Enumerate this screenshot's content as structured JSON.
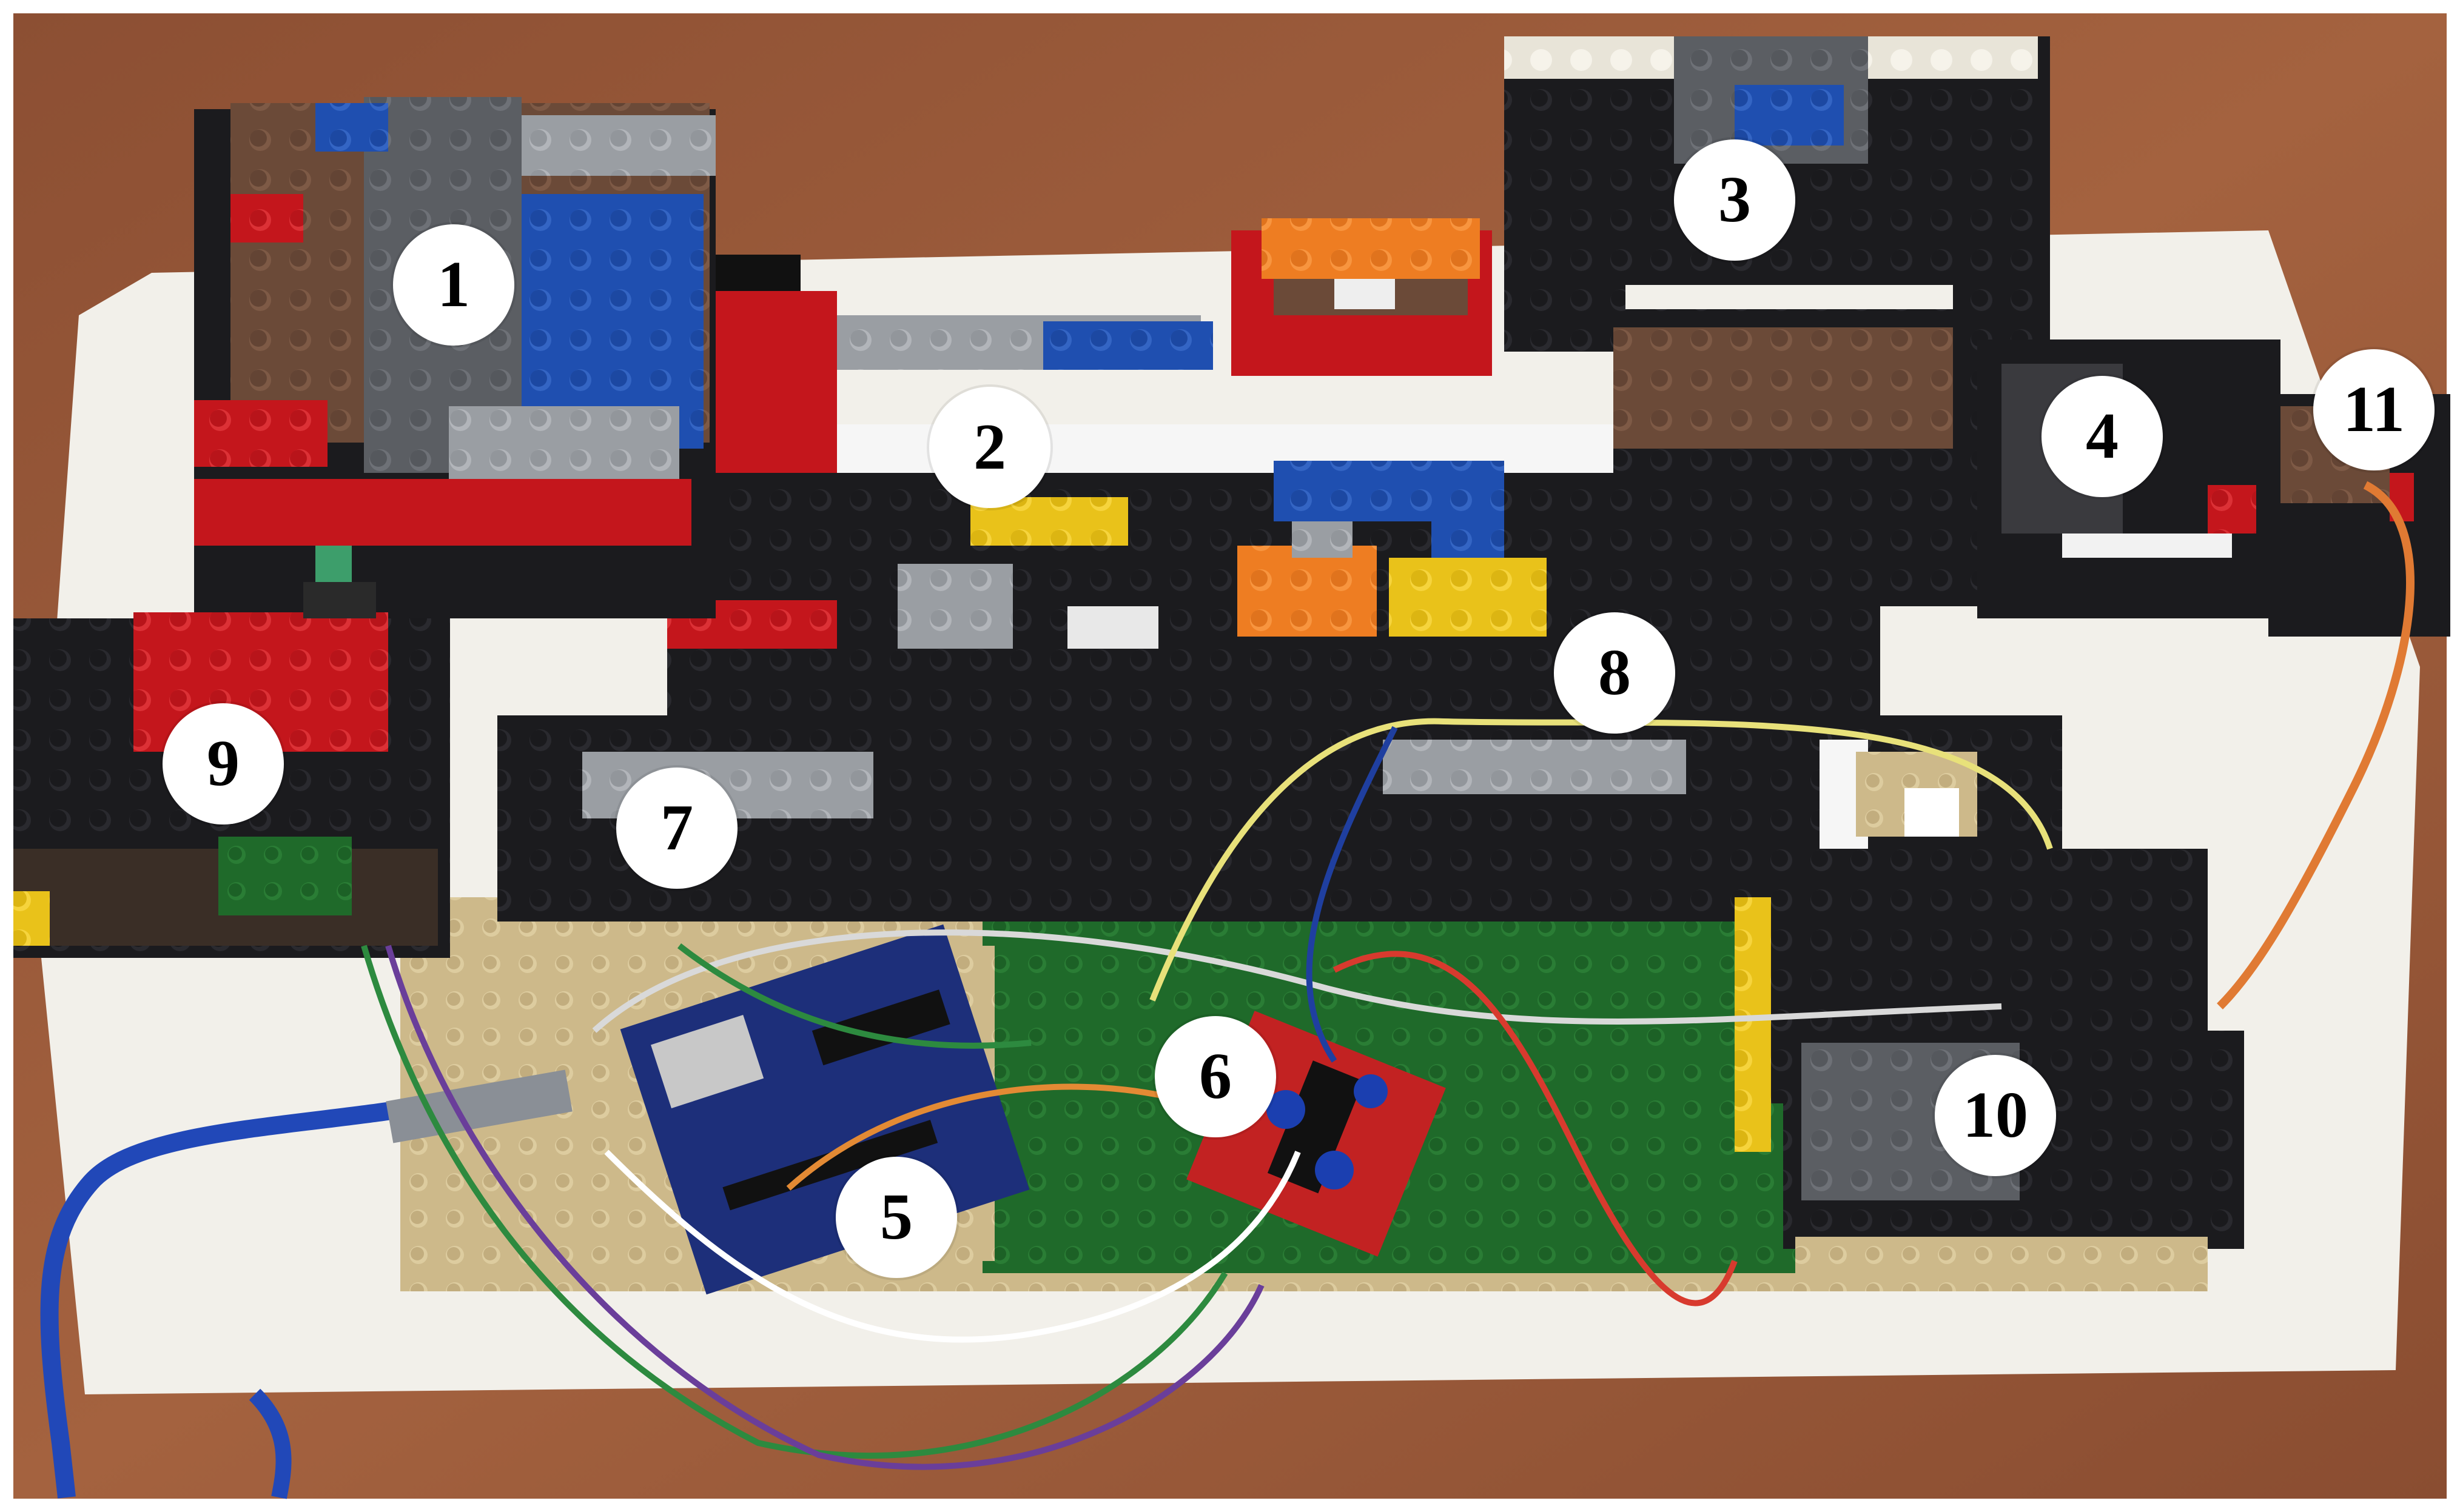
{
  "figure": {
    "colors": {
      "table": "#9a5a3a",
      "board": "#f2f0ea",
      "baseplate_green": "#1f6a2a",
      "baseplate_tan": "#cdb98a",
      "brick_black": "#1b1b1e",
      "brick_dark_gray": "#5b5e63",
      "brick_light_gray": "#9a9ea3",
      "brick_blue": "#1f4fb0",
      "brick_red": "#c4161c",
      "brick_yellow": "#e9c21a",
      "brick_orange": "#ee7d22",
      "brick_brown": "#6b4a38",
      "usb_cable": "#2148b8"
    },
    "markers": [
      {
        "id": "marker-1",
        "label": "1"
      },
      {
        "id": "marker-2",
        "label": "2"
      },
      {
        "id": "marker-3",
        "label": "3"
      },
      {
        "id": "marker-4",
        "label": "4"
      },
      {
        "id": "marker-5",
        "label": "5"
      },
      {
        "id": "marker-6",
        "label": "6"
      },
      {
        "id": "marker-7",
        "label": "7"
      },
      {
        "id": "marker-8",
        "label": "8"
      },
      {
        "id": "marker-9",
        "label": "9"
      },
      {
        "id": "marker-10",
        "label": "10"
      },
      {
        "id": "marker-11",
        "label": "11"
      }
    ]
  }
}
